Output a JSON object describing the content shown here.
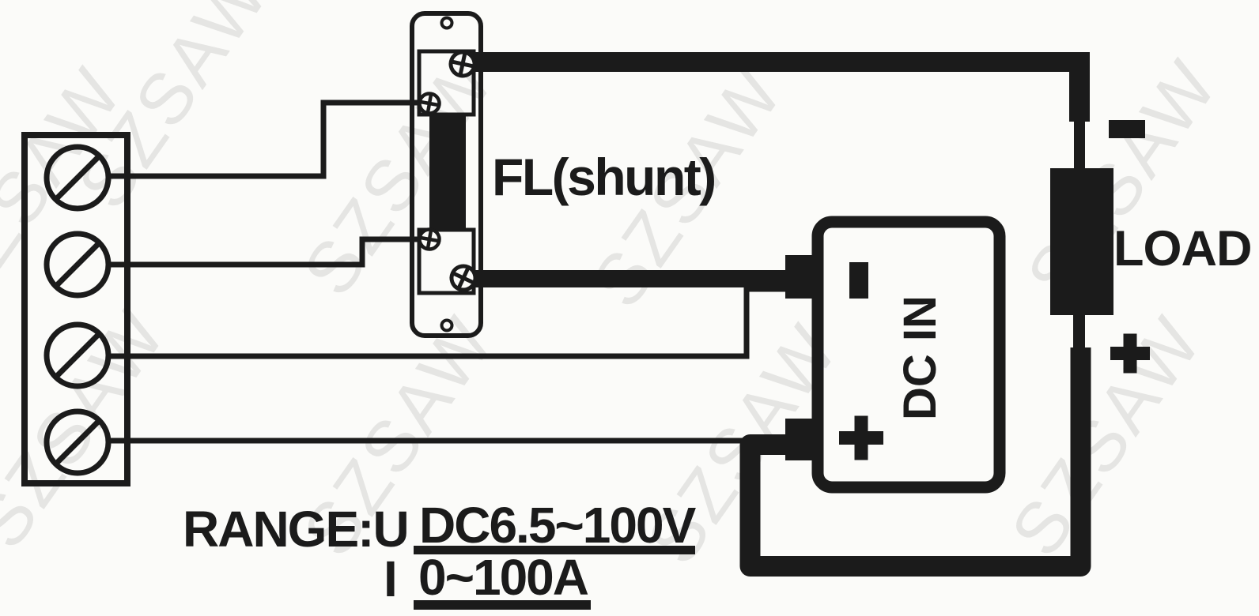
{
  "colors": {
    "bg": "#fbfbf9",
    "line": "#1b1b1b",
    "watermark": "rgba(40,40,40,0.10)"
  },
  "watermark": {
    "text": "SZSAW"
  },
  "components": {
    "shunt": {
      "label": "FL(shunt)"
    },
    "meter": {
      "label": "DC IN",
      "minus_symbol": "-",
      "plus_symbol": "+"
    },
    "load": {
      "label": "LOAD",
      "minus_symbol": "-",
      "plus_symbol": "+"
    }
  },
  "range": {
    "prefix": "RANGE:U",
    "voltage": "DC6.5~100V",
    "current_prefix": "I",
    "current": "0~100A"
  }
}
